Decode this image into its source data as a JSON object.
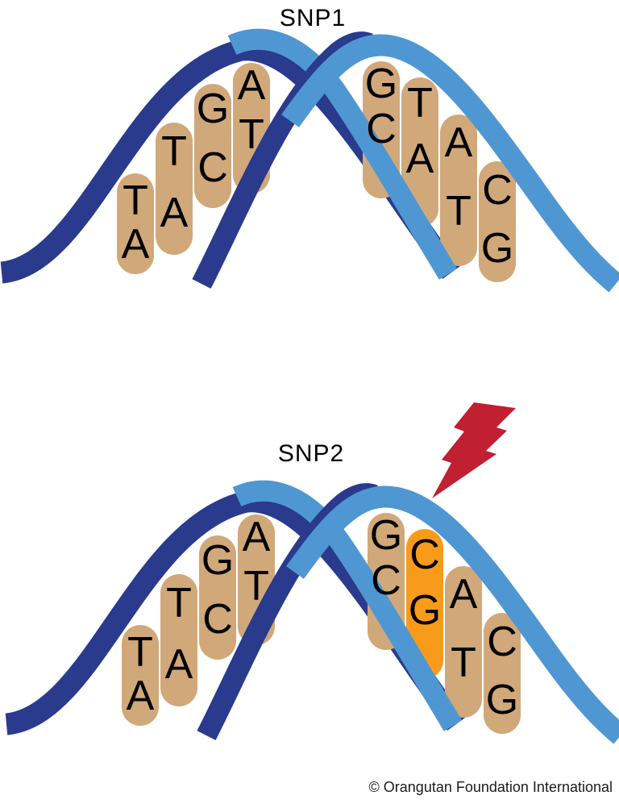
{
  "figure": {
    "credit": "© Orangutan Foundation International",
    "colors": {
      "strand_dark": "#2A3A8C",
      "strand_light": "#4F97D3",
      "base_pair_tan": "#D1A87A",
      "highlight_orange": "#F89B1B",
      "bolt_red": "#C11F32",
      "letter_black": "#000000"
    },
    "panels": [
      {
        "id": "snp1",
        "title": "SNP1",
        "left_pairs": [
          [
            "T",
            "A"
          ],
          [
            "T",
            "A"
          ],
          [
            "G",
            "C"
          ],
          [
            "A",
            "T"
          ]
        ],
        "right_pairs": [
          [
            "G",
            "C"
          ],
          [
            "T",
            "A"
          ],
          [
            "A",
            "T"
          ],
          [
            "C",
            "G"
          ]
        ],
        "highlight": null
      },
      {
        "id": "snp2",
        "title": "SNP2",
        "left_pairs": [
          [
            "T",
            "A"
          ],
          [
            "T",
            "A"
          ],
          [
            "G",
            "C"
          ],
          [
            "A",
            "T"
          ]
        ],
        "right_pairs": [
          [
            "G",
            "C"
          ],
          [
            "C",
            "G"
          ],
          [
            "A",
            "T"
          ],
          [
            "C",
            "G"
          ]
        ],
        "highlight": {
          "side": "right",
          "index": 1
        },
        "bolt_icon": "lightning-bolt"
      }
    ]
  }
}
